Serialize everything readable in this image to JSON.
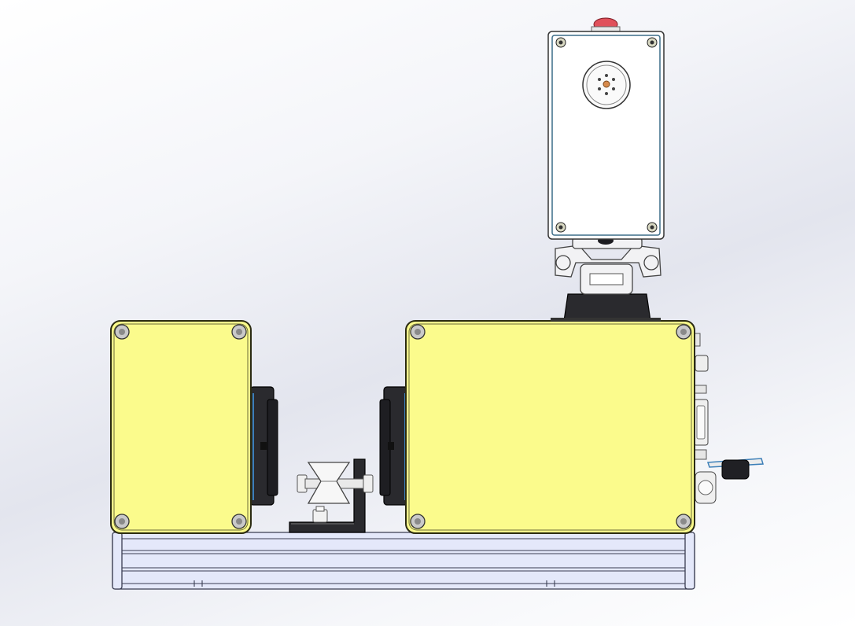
{
  "view": {
    "type": "cad-assembly-front-view",
    "background_top": "#ffffff",
    "background_bottom": "#e3e5ee"
  },
  "colors": {
    "enclosure_fill": "#fbfb8c",
    "enclosure_stroke": "#2b2b12",
    "rail_fill": "#e4e8fa",
    "rail_stroke": "#3a3d52",
    "dark_part": "#2a2a2e",
    "camera_housing": "#ffffff",
    "camera_frame": "#3c6d88",
    "indicator_lamp": "#e0505a",
    "screw_fill": "#c9c9c9",
    "mount_fill": "#f2f2f4",
    "accent_blue": "#3c7fb8"
  },
  "parts": {
    "base_rail": "aluminum-extrusion-rail",
    "left_enclosure": "small-yellow-enclosure",
    "right_enclosure": "large-yellow-enclosure",
    "camera": "camera-housing-with-lens",
    "roller": "v-groove-roller-guide",
    "bracket": "l-bracket",
    "pivot_mount": "camera-pivot-mount",
    "side_connectors": "panel-connectors"
  }
}
